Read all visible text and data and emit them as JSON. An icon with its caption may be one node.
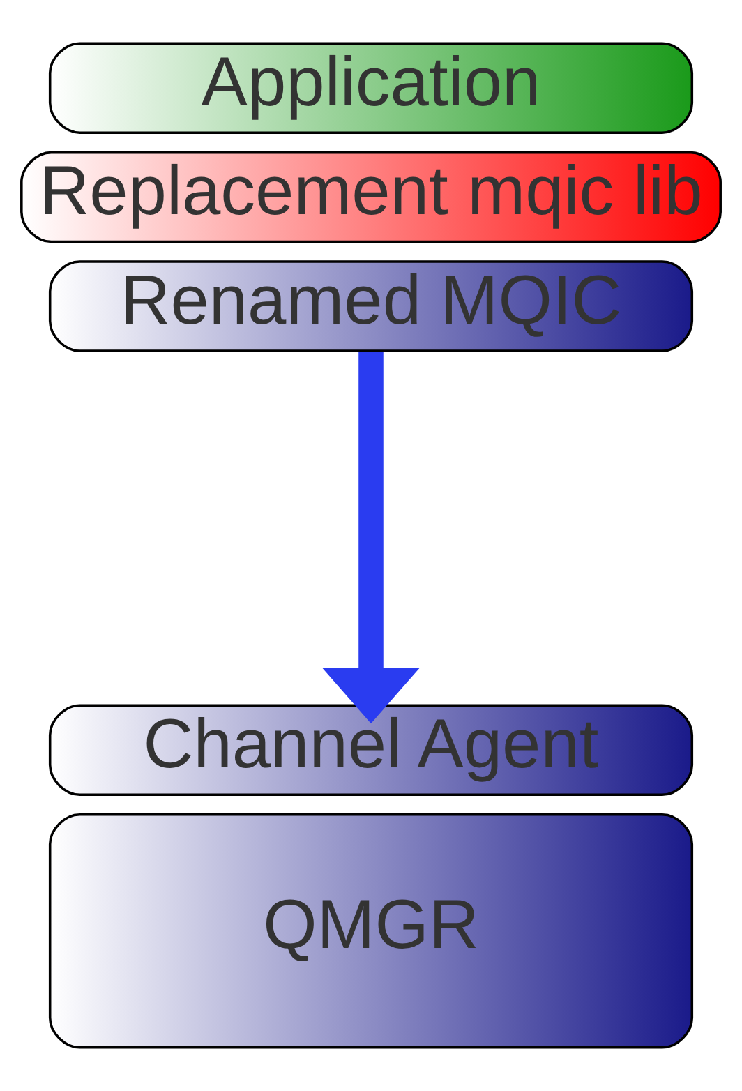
{
  "diagram": {
    "nodes": [
      {
        "text": [
          "Application"
        ]
      },
      {
        "text": [
          "Replacement mqic lib"
        ]
      },
      {
        "text": [
          "Renamed MQIC"
        ]
      },
      {
        "text": [
          "Channel Agent"
        ]
      },
      {
        "text": [
          "QMGR"
        ]
      }
    ],
    "edges": [
      {
        "from": 2,
        "to": 3,
        "arrow": "to",
        "color": "#2a3cf0"
      }
    ]
  }
}
